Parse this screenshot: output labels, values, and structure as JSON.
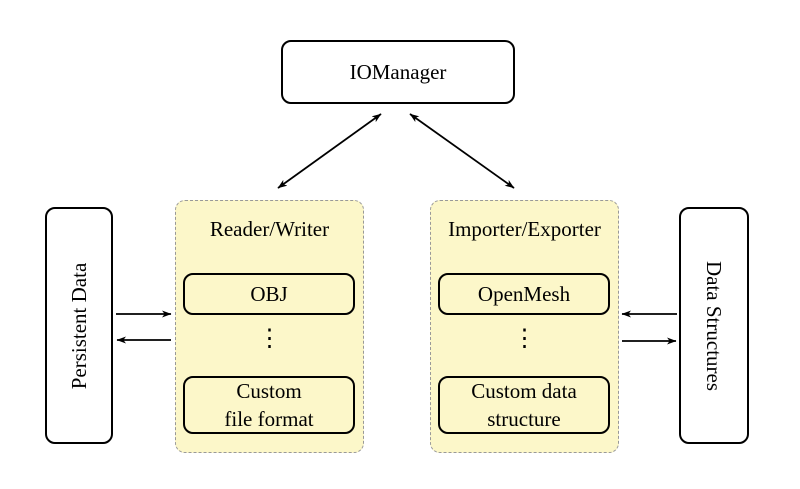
{
  "page": {
    "background": "#ffffff"
  },
  "colors": {
    "group_fill": "#FCF7C9",
    "group_border": "#999999",
    "node_border": "#000000",
    "node_fill": "#ffffff",
    "arrow": "#000000"
  },
  "nodes": {
    "iomanager": {
      "label": "IOManager"
    },
    "persistent_data": {
      "label": "Persistent Data"
    },
    "data_structures": {
      "label": "Data Structures"
    },
    "reader_writer": {
      "title": "Reader/Writer",
      "top_item": "OBJ",
      "dots": "⋮",
      "bottom_item": "Custom\nfile format"
    },
    "importer_exporter": {
      "title": "Importer/Exporter",
      "top_item": "OpenMesh",
      "dots": "⋮",
      "bottom_item": "Custom data\nstructure"
    }
  },
  "edges": [
    {
      "name": "iomanager-reader-writer",
      "style": "double-arrow"
    },
    {
      "name": "iomanager-importer-exporter",
      "style": "double-arrow"
    },
    {
      "name": "persistent-data-to-reader-writer",
      "style": "arrow-right"
    },
    {
      "name": "reader-writer-to-persistent-data",
      "style": "arrow-left"
    },
    {
      "name": "data-structures-to-importer-exporter",
      "style": "arrow-left"
    },
    {
      "name": "importer-exporter-to-data-structures",
      "style": "arrow-right"
    }
  ]
}
